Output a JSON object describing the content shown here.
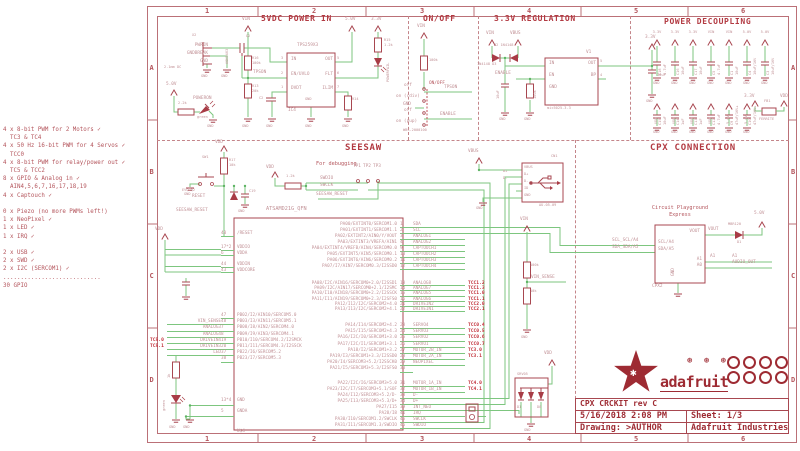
{
  "colors": {
    "symbol": "#a84750",
    "wire": "#7dc67f",
    "pale": "#c29297",
    "text": "#b4555c",
    "title": "#b23a42",
    "tag": "#c2303a",
    "frame": "#bb7077",
    "logo": "#9e2b33"
  },
  "common": {
    "gnd": "GND",
    "vdd": "VDD",
    "vin": "VIN"
  },
  "frame": {
    "cols": [
      "1",
      "2",
      "3",
      "4",
      "5",
      "6"
    ],
    "rows": [
      "A",
      "B",
      "C",
      "D"
    ]
  },
  "notes": [
    "4 x 8-bit PWM for 2 Motors ✓",
    "  TC3 & TC4",
    "4 x 50 Hz 16-bit PWM for 4 Servos ✓",
    "  TCC0",
    "4 x 8-bit PWM for relay/power out ✓",
    "  TC5 & TCC2",
    "8 x GPIO & Analog in ✓",
    "  AIN4,5,6,7,16,17,18,19",
    "4 x Captouch ✓",
    "",
    "0 x Piezo (no more PWMs left!)",
    "1 x NeoPixel ✓",
    "1 x LED ✓",
    "1 x IRQ ✓",
    "",
    "2 x USB ✓",
    "2 x SWD ✓",
    "2 x I2C (SERCOM1) ✓",
    "............................",
    "30 GPIO"
  ],
  "power": {
    "title": "5VDC POWER IN",
    "v5": "5.0V",
    "v33": "3.3V",
    "v5b": "5.0V",
    "x2": "X2",
    "pwrin": "PWRIN",
    "gndbreak": "GNDBREAK",
    "gndpin": "GND",
    "jack": "2.1mm DC",
    "q2": "Q2",
    "q2part": "AON7403",
    "part": "TPS259X3",
    "ref": "IC4",
    "pin_in": "IN",
    "pin_en": "EN/UVLO",
    "pin_dvdt": "DVDT",
    "pin_out": "OUT",
    "pin_flt": "FLT",
    "pin_ilim": "ILIM",
    "pin_gnd": "GND",
    "n_in": "3",
    "n_en": "2",
    "n_dvdt": "1",
    "n_out": "5",
    "n_flt": "6",
    "n_ilim": "7",
    "tpson": "TPSON",
    "r16": "R16",
    "r16v": "100k",
    "r13": "R13",
    "r13v": "20k",
    "c2": "C2",
    "r14": "R14",
    "r15": "R15",
    "r15v": "1.2k",
    "pwrfail": "POWERFAIL",
    "pwron": "POWERON",
    "green": "green",
    "r7v": "2.2k"
  },
  "onoff": {
    "title": "ON/OFF",
    "r11v": "100k",
    "sw": "ON/OFF",
    "tpson": "TPSON",
    "off1": "off",
    "on1": "on (rdiv)",
    "off2": "off",
    "on2": "on (pup)",
    "enable": "ENABLE",
    "part": "WBS-2000100"
  },
  "reg": {
    "title": "3.3V REGULATION",
    "vbus": "VBUS",
    "d2": "D2 1N4148",
    "d3": "1N4148 D3",
    "enable": "ENABLE",
    "v1": "V1",
    "in": "IN",
    "en": "EN",
    "out": "OUT",
    "bp": "BP",
    "n5": "5",
    "n4": "4",
    "part": "mic5025-3.3",
    "r": "100k",
    "c": "10uF",
    "v33": "3.3V",
    "c6": "10uF"
  },
  "dec": {
    "title": "POWER DECOUPLING",
    "top": [
      {
        "rail": "3.3V",
        "ref": "C18",
        "val": "4.7uF"
      },
      {
        "rail": "3.3V",
        "ref": "C16",
        "val": "10uF"
      },
      {
        "rail": "3.3V",
        "ref": "C17",
        "val": "10uF"
      },
      {
        "rail": "VIN",
        "ref": "C5",
        "val": "4.7uF"
      },
      {
        "rail": "VIN",
        "ref": "C1",
        "val": "10uF"
      },
      {
        "rail": "5.0V",
        "ref": "C4",
        "val": "10uF/16V"
      },
      {
        "rail": "5.0V",
        "ref": "C3",
        "val": "10uF/16V"
      }
    ],
    "bot": [
      {
        "rail": "VDD",
        "ref": "C15",
        "val": "10uF"
      },
      {
        "rail": "VDD",
        "ref": "C14",
        "val": "1uF"
      },
      {
        "rail": "VDD",
        "ref": "C13",
        "val": "1uF"
      },
      {
        "rail": "VDD",
        "ref": "C12",
        "val": "4.7uF"
      },
      {
        "rail": "5.0V",
        "ref": "C9",
        "val": "47uF/16V+"
      },
      {
        "rail": "5.0V",
        "ref": "C10",
        "val": "47uF/16V+"
      }
    ],
    "fb": {
      "l": "3.3V",
      "ref": "FB1",
      "part": "FERRITE",
      "r": "VDD"
    }
  },
  "seesaw": {
    "title": "SEESAW",
    "chip": "ATSAMD21G_QFN",
    "ref": "U$4",
    "sw1": "SW1",
    "sw1part": "EVQ-Q2",
    "reset": "RESET",
    "ssr": "SEESAW_RESET",
    "ssr2": "SEESAW_RESET",
    "r17ref": "R17",
    "r17": "10k",
    "c19": "C19",
    "dbg": "For debugging",
    "r18v": "1.2k",
    "swdio": "SWDIO",
    "swclk": "SWCLK",
    "tp1": "TP1",
    "tp2": "TP2",
    "tp3": "TP3",
    "vin_sense": "VIN_SENSE",
    "r9v": "100k",
    "r10v": "10k",
    "green": "green",
    "led1k": "1k",
    "esd": {
      "part": "SRV05",
      "d1": "D1",
      "d0": "D0"
    },
    "usb": {
      "ref": "CN1",
      "part": "AU-05-09",
      "vbus": "VBUS",
      "dp": "D+",
      "dm": "D-",
      "id": "ID",
      "vbus_net": "VBUS",
      "dp_net": "D+",
      "dm_net": "D-"
    },
    "left_groups": [
      [
        {
          "tag": "",
          "net": "",
          "pin": "40",
          "inner": "/RESET"
        }
      ],
      [
        {
          "tag": "",
          "net": "",
          "pin": "17*2",
          "inner": "VDDIO"
        },
        {
          "tag": "",
          "net": "",
          "pin": "6",
          "inner": "VDDA"
        }
      ],
      [
        {
          "tag": "",
          "net": "",
          "pin": "44",
          "inner": "VDDIN"
        },
        {
          "tag": "",
          "net": "",
          "pin": "43",
          "inner": "VDDCORE"
        }
      ],
      [
        {
          "tag": "",
          "net": "",
          "pin": "47",
          "inner": "PB02/I2/AIN10/SERCOM5.0"
        },
        {
          "tag": "",
          "net": "VIN_SENSE",
          "pin": "48",
          "inner": "PB03/I3/AIN11/SERCOM5.1"
        },
        {
          "tag": "",
          "net": "ANALOG3",
          "pin": "7",
          "inner": "PB08/I8/AIN2/SERCOM4.0"
        },
        {
          "tag": "",
          "net": "ANALOG4",
          "pin": "8",
          "inner": "PB09/I9/AIN3/SERCOM4.1"
        },
        {
          "tag": "TC5.0",
          "net": "DRIVEIN4",
          "pin": "19",
          "inner": "PB10/I10/SERCOM4.2/I2SMCK"
        },
        {
          "tag": "TC5.1",
          "net": "DRIVEIN3",
          "pin": "20",
          "inner": "PB11/I11/SERCOM4.3/I2SSCK"
        },
        {
          "tag": "",
          "net": "LED",
          "pin": "37",
          "inner": "PB22/I6/SERCOM5.2"
        },
        {
          "tag": "",
          "net": "",
          "pin": "38",
          "inner": "PB23/I7/SERCOM5.3"
        }
      ],
      [
        {
          "tag": "",
          "net": "",
          "pin": "13*4",
          "inner": "GND"
        },
        {
          "tag": "",
          "net": "",
          "pin": "5",
          "inner": "GNDA"
        }
      ]
    ],
    "right_groups": [
      [
        {
          "inner": "PA00/EXTINT0/SERCOM1.0",
          "pin": "1",
          "net": "SDA",
          "tag": ""
        },
        {
          "inner": "PA01/EXTINT1/SERCOM1.1",
          "pin": "2",
          "net": "SCL",
          "tag": ""
        },
        {
          "inner": "PA02/EXTINT2/AIN0/Y/VOUT",
          "pin": "3",
          "net": "ANALOG1",
          "tag": ""
        },
        {
          "inner": "PA03/EXTINT3/VREFA/AIN1",
          "pin": "4",
          "net": "ANALOG2",
          "tag": ""
        },
        {
          "inner": "PA04/EXTINT4/VREFB/AIN4/SERCOM0.0",
          "pin": "9",
          "net": "CAPTOUCH1",
          "tag": ""
        },
        {
          "inner": "PA05/EXTINT5/AIN5/SERCOM0.1",
          "pin": "10",
          "net": "CAPTOUCH2",
          "tag": ""
        },
        {
          "inner": "PA06/EXTINT6/AIN6/SERCOM0.2",
          "pin": "11",
          "net": "CAPTOUCH3",
          "tag": ""
        },
        {
          "inner": "PA07/I7/AIN7/SERCOM0.3/I2SSD0",
          "pin": "12",
          "net": "CAPTOUCH4",
          "tag": ""
        }
      ],
      [
        {
          "inner": "PA08/I2C/AIN16/SERCOM0+2.0/I2SSD1",
          "pin": "13",
          "net": "ANALOG8",
          "tag": "TCC1.2"
        },
        {
          "inner": "PA09/I2C/AIN17/SERCOM0+2.1/I2SMC",
          "pin": "14",
          "net": "ANALOG7",
          "tag": "TCC1.3"
        },
        {
          "inner": "PA10/I10/AIN18/SERCOM0+2.2/I2SSCK",
          "pin": "15",
          "net": "ANALOG5",
          "tag": "TCC1.0"
        },
        {
          "inner": "PA11/I11/AIN19/SERCOM0+2.3/I2SFS0",
          "pin": "16",
          "net": "ANALOG6",
          "tag": "TCC1.1"
        },
        {
          "inner": "PA12/I12/I2C/SERCOM2+4.0",
          "pin": "21",
          "net": "DRIVEIN2",
          "tag": "TCC2.0"
        },
        {
          "inner": "PA13/I13/I2C/SERCOM2+4.1",
          "pin": "22",
          "net": "DRIVEIN1",
          "tag": "TCC2.1"
        }
      ],
      [
        {
          "inner": "PA14/I14/SERCOM2+4.2",
          "pin": "23",
          "net": "SERVO4",
          "tag": "TCC0.4"
        },
        {
          "inner": "PA15/I15/SERCOM2+4.3",
          "pin": "24",
          "net": "SERVO3",
          "tag": "TCC0.5"
        },
        {
          "inner": "PA16/I2C/I0/SERCOM1+3.0",
          "pin": "25",
          "net": "SERVO2",
          "tag": "TCC0.6"
        },
        {
          "inner": "PA17/I2C/I1/SERCOM1+3.1",
          "pin": "26",
          "net": "SERVO1",
          "tag": "TCC0.7"
        },
        {
          "inner": "PA18/I2/SERCOM1+3.2",
          "pin": "27",
          "net": "MOTOR_2B_IN",
          "tag": "TC3.0"
        },
        {
          "inner": "PA19/I3/SERCOM1+3.3/I2SSD0",
          "pin": "28",
          "net": "MOTOR_2A_IN",
          "tag": "TC3.1"
        },
        {
          "inner": "PA20/I4/SERCOM3+5.2/I2SSCK0",
          "pin": "29",
          "net": "NEOPIXEL",
          "tag": ""
        },
        {
          "inner": "PA21/I5/SERCOM3+5.3/I2SFS0",
          "pin": "30",
          "net": "",
          "tag": ""
        }
      ],
      [
        {
          "inner": "PA22/I2C/I6/SERCOM3+5.0",
          "pin": "31",
          "net": "MOTOR_1A_IN",
          "tag": "TC4.0"
        },
        {
          "inner": "PA23/I2C/I7/SERCOM3+5.1/SOF",
          "pin": "32",
          "net": "MOTOR_1B_IN",
          "tag": "TC4.1"
        },
        {
          "inner": "PA24/I12/SERCOM3+5.2/D-",
          "pin": "33",
          "net": "D-",
          "tag": ""
        },
        {
          "inner": "PA25/I13/SERCOM3+5.3/D+",
          "pin": "34",
          "net": "D+",
          "tag": ""
        },
        {
          "inner": "PA27/I15",
          "pin": "39",
          "net": "INT_NEO",
          "tag": ""
        },
        {
          "inner": "PA28/I8",
          "pin": "41",
          "net": "IRQ",
          "tag": ""
        },
        {
          "inner": "PA30/I10/SERCOM1.2/SWCLK",
          "pin": "45",
          "net": "SWCLK",
          "tag": ""
        },
        {
          "inner": "PA31/I11/SERCOM1.3/SWDIO",
          "pin": "46",
          "net": "SWDIO",
          "tag": ""
        }
      ]
    ]
  },
  "cpx": {
    "title": "CPX CONNECTION",
    "board1": "Circuit Playground",
    "board2": "Express",
    "ref": "CPX2",
    "scl": "SCL/A4",
    "sda": "SDA/A5",
    "vout": "VOUT",
    "a1": "A1",
    "a0": "A0",
    "scl_net": "SCL_SCL/A4",
    "sda_net": "SDA_SDA/A5",
    "vout_net": "VOUT",
    "mbr": "MBR120",
    "d1": "D1",
    "v5": "5.0V",
    "a1_net": "A1",
    "a1_net2": "A1",
    "audio": "AUDIO_OUT"
  },
  "tb": {
    "title": "CPX CRCKIT rev C",
    "date": "5/16/2018 2:08 PM",
    "sheet": "Sheet: 1/3",
    "drawing": "Drawing: >AUTHOR",
    "company": "Adafruit Industries"
  },
  "logo": {
    "name": "adafruit",
    "dots": "⊛ ⊛ ⊛"
  }
}
